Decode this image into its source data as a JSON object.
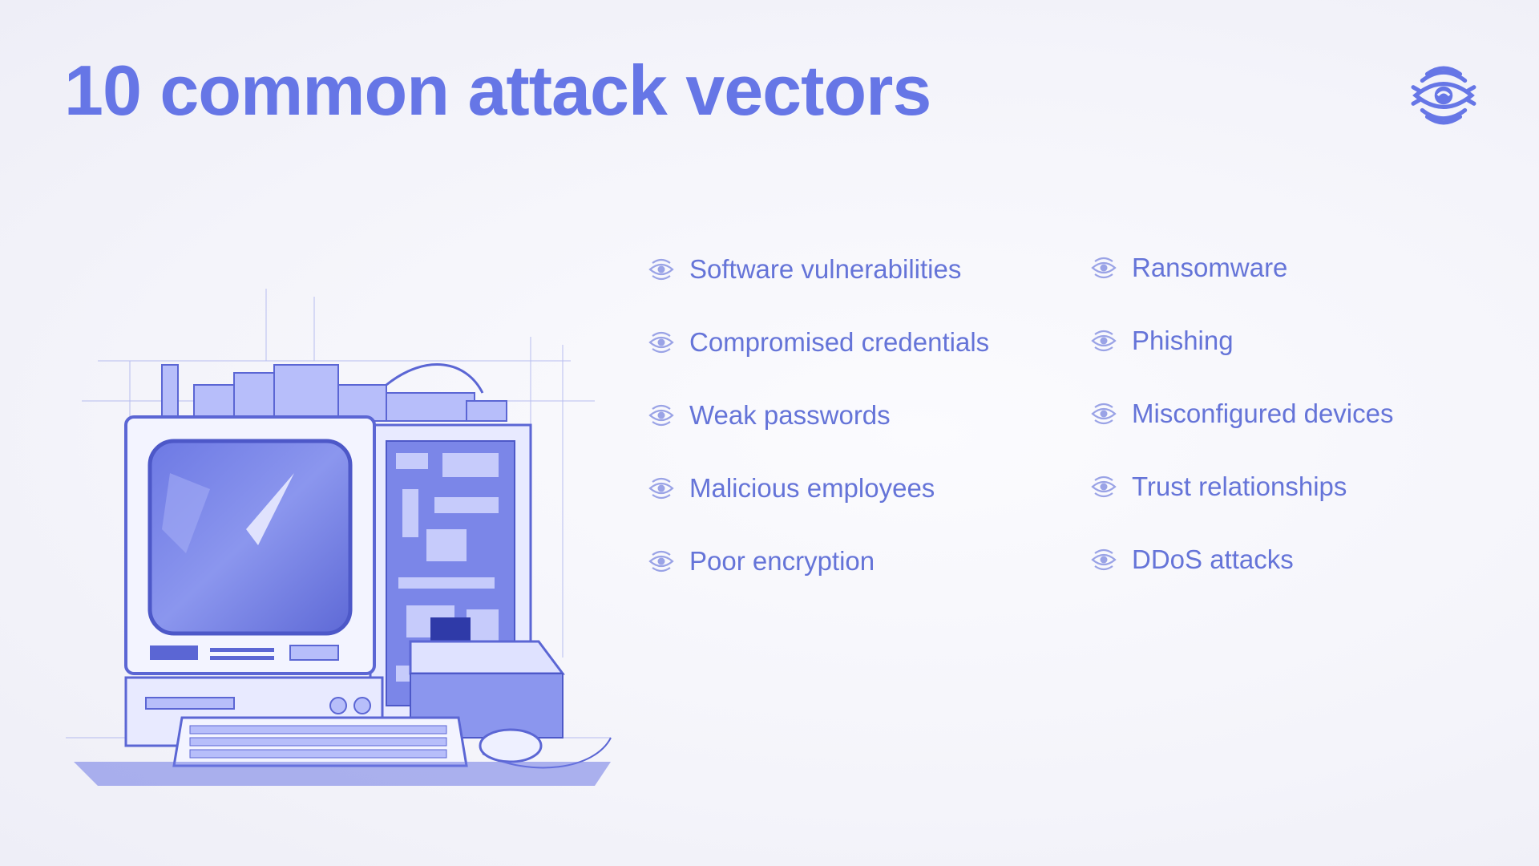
{
  "slide": {
    "title": "10 common attack vectors",
    "accent_color": "#6676e6",
    "text_color": "#6574d8",
    "logo_icon": "eye-in-rings-icon",
    "illustration": "retro-computer-hardware-illustration",
    "left_items": [
      {
        "label": "Software vulnerabilities",
        "icon": "eye-bullet-icon"
      },
      {
        "label": "Compromised credentials",
        "icon": "eye-bullet-icon"
      },
      {
        "label": "Weak passwords",
        "icon": "eye-bullet-icon"
      },
      {
        "label": "Malicious employees",
        "icon": "eye-bullet-icon"
      },
      {
        "label": "Poor encryption",
        "icon": "eye-bullet-icon"
      }
    ],
    "right_items": [
      {
        "label": "Ransomware",
        "icon": "eye-bullet-icon"
      },
      {
        "label": "Phishing",
        "icon": "eye-bullet-icon"
      },
      {
        "label": "Misconfigured devices",
        "icon": "eye-bullet-icon"
      },
      {
        "label": "Trust relationships",
        "icon": "eye-bullet-icon"
      },
      {
        "label": "DDoS attacks",
        "icon": "eye-bullet-icon"
      }
    ]
  }
}
